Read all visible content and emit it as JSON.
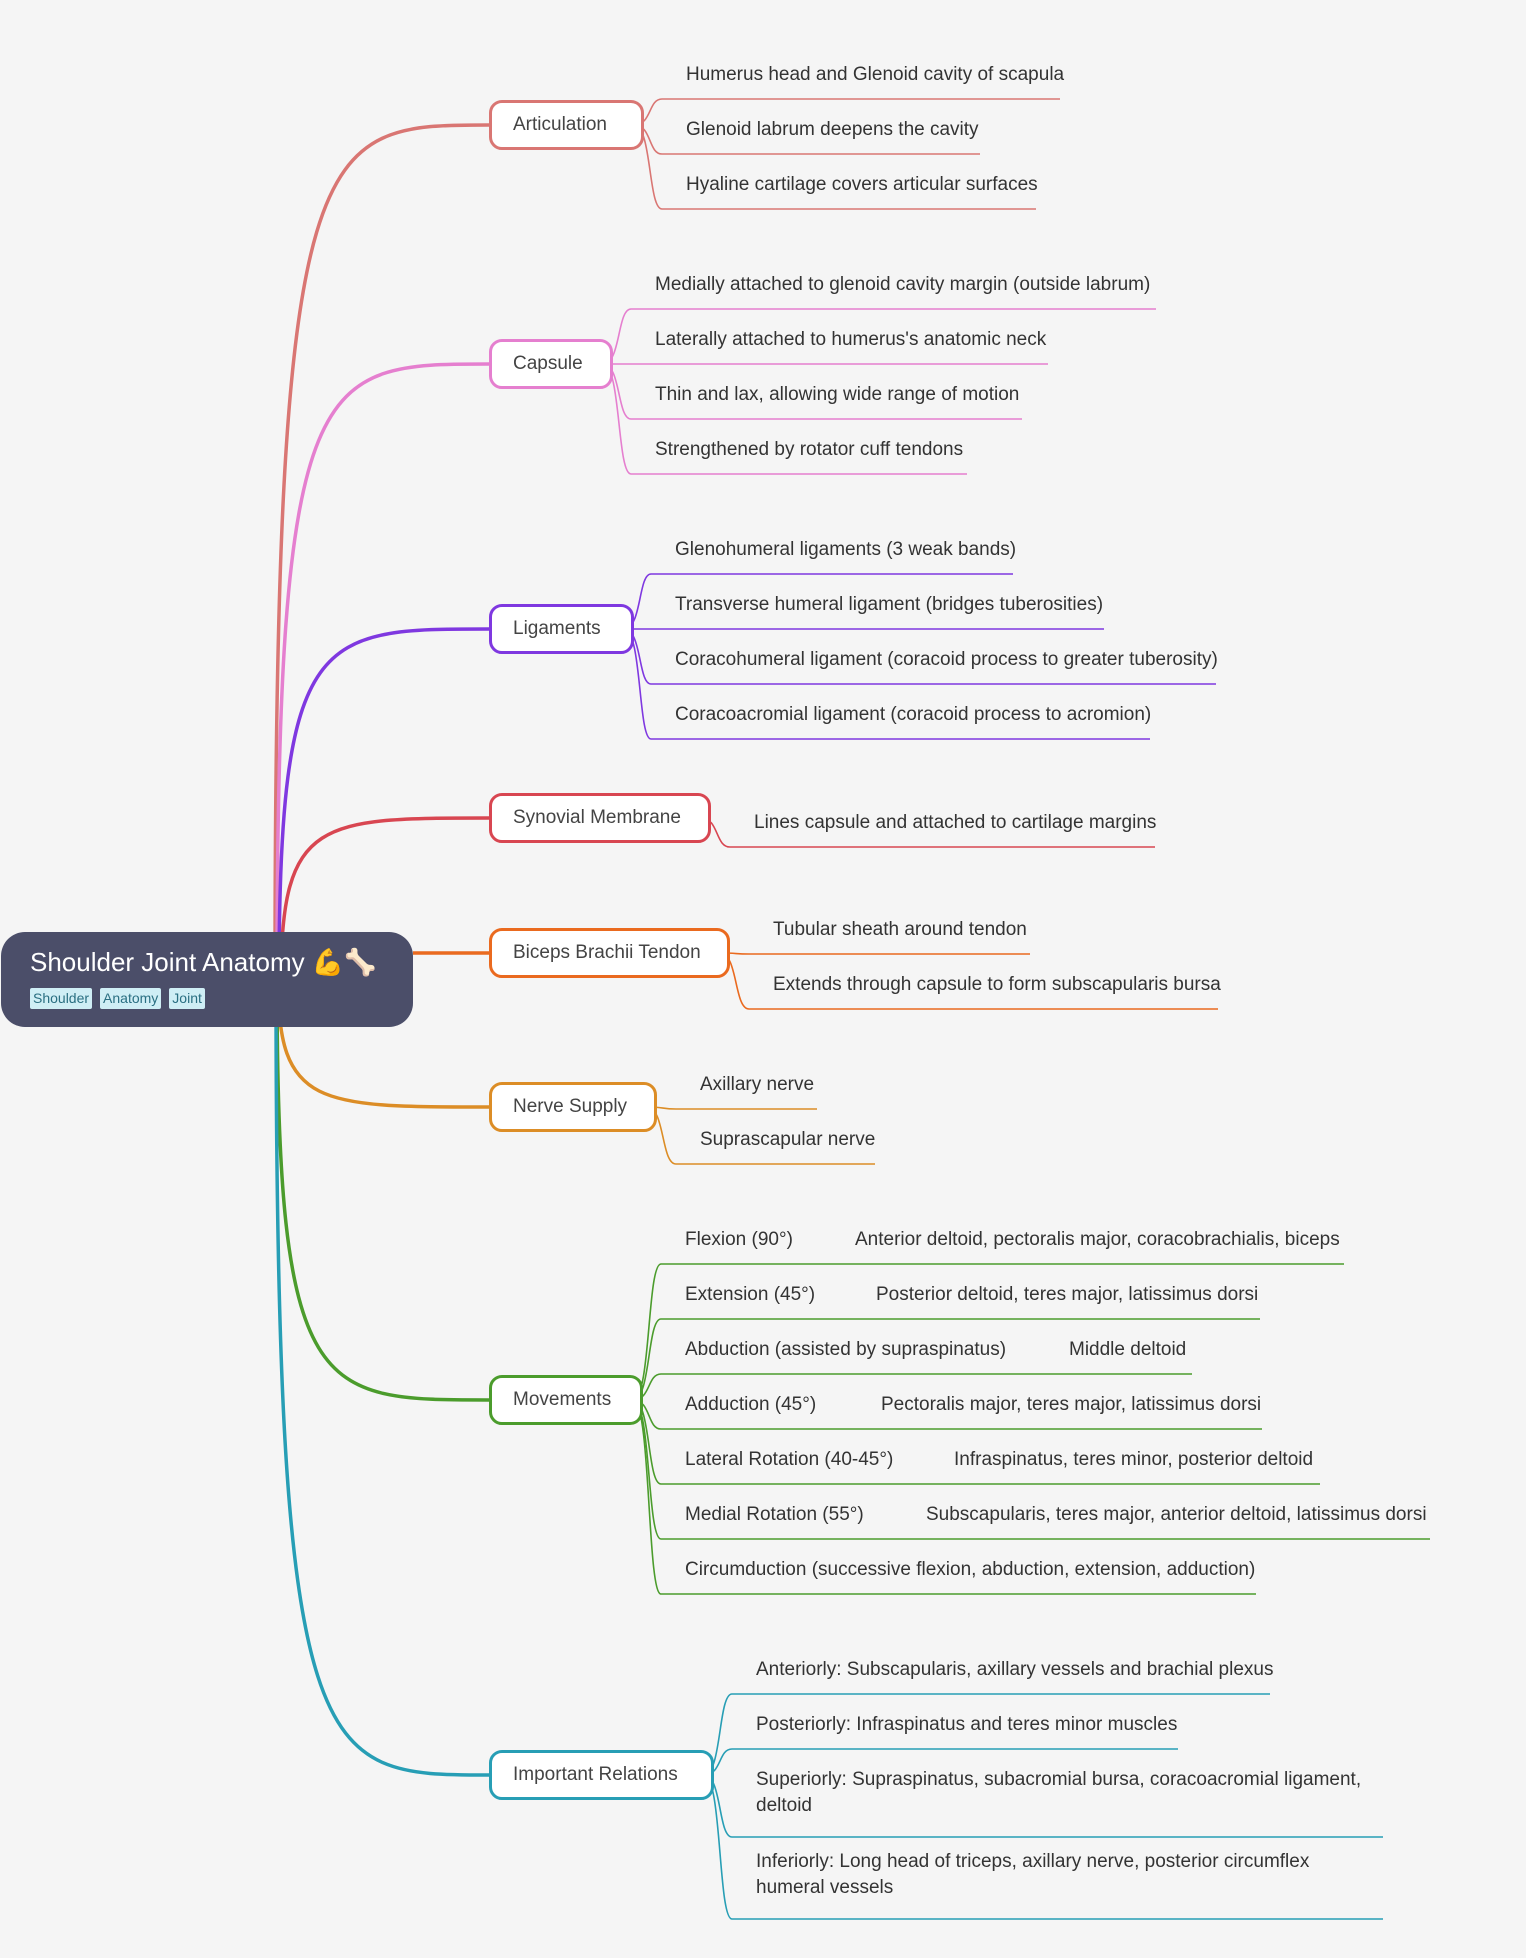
{
  "root": {
    "title": "Shoulder Joint Anatomy 💪🦴",
    "tags": [
      "Shoulder",
      "Anatomy",
      "Joint"
    ]
  },
  "colors": {
    "articulation": "#d97673",
    "capsule": "#e57fcf",
    "ligaments": "#7f38e0",
    "synovial": "#d84651",
    "biceps": "#ea6a1f",
    "nerve": "#dc8d26",
    "movements": "#4b9c2c",
    "relations": "#279eb5"
  },
  "branches": [
    {
      "key": "articulation",
      "label": "Articulation",
      "children": [
        {
          "text": "Humerus head and Glenoid cavity of scapula"
        },
        {
          "text": "Glenoid labrum deepens the cavity"
        },
        {
          "text": "Hyaline cartilage covers articular surfaces"
        }
      ]
    },
    {
      "key": "capsule",
      "label": "Capsule",
      "children": [
        {
          "text": "Medially attached to glenoid cavity margin (outside labrum)"
        },
        {
          "text": "Laterally attached to humerus's anatomic neck"
        },
        {
          "text": "Thin and lax, allowing wide range of motion"
        },
        {
          "text": "Strengthened by rotator cuff tendons"
        }
      ]
    },
    {
      "key": "ligaments",
      "label": "Ligaments",
      "children": [
        {
          "text": "Glenohumeral ligaments (3 weak bands)"
        },
        {
          "text": "Transverse humeral ligament (bridges tuberosities)"
        },
        {
          "text": "Coracohumeral ligament (coracoid process to greater tuberosity)"
        },
        {
          "text": "Coracoacromial ligament (coracoid process to acromion)"
        }
      ]
    },
    {
      "key": "synovial",
      "label": "Synovial Membrane",
      "children": [
        {
          "text": "Lines capsule and attached to cartilage margins"
        }
      ]
    },
    {
      "key": "biceps",
      "label": "Biceps Brachii Tendon",
      "children": [
        {
          "text": "Tubular sheath around tendon"
        },
        {
          "text": "Extends through capsule to form subscapularis bursa"
        }
      ]
    },
    {
      "key": "nerve",
      "label": "Nerve Supply",
      "children": [
        {
          "text": "Axillary nerve"
        },
        {
          "text": "Suprascapular nerve"
        }
      ]
    },
    {
      "key": "movements",
      "label": "Movements",
      "children": [
        {
          "text": "Flexion (90°)",
          "detail": "Anterior deltoid, pectoralis major, coracobrachialis, biceps"
        },
        {
          "text": "Extension (45°)",
          "detail": "Posterior deltoid, teres major, latissimus dorsi"
        },
        {
          "text": "Abduction (assisted by supraspinatus)",
          "detail": "Middle deltoid"
        },
        {
          "text": "Adduction (45°)",
          "detail": "Pectoralis major, teres major, latissimus dorsi"
        },
        {
          "text": "Lateral Rotation (40-45°)",
          "detail": "Infraspinatus, teres minor, posterior deltoid"
        },
        {
          "text": "Medial Rotation (55°)",
          "detail": "Subscapularis, teres major, anterior deltoid, latissimus dorsi"
        },
        {
          "text": "Circumduction (successive flexion, abduction, extension, adduction)"
        }
      ]
    },
    {
      "key": "relations",
      "label": "Important Relations",
      "children": [
        {
          "text": "Anteriorly: Subscapularis, axillary vessels and brachial plexus"
        },
        {
          "text": "Posteriorly: Infraspinatus and teres minor muscles"
        },
        {
          "text": "Superiorly: Supraspinatus, subacromial bursa, coracoacromial ligament, deltoid"
        },
        {
          "text": "Inferiorly: Long head of triceps, axillary nerve, posterior circumflex humeral vessels"
        }
      ]
    }
  ]
}
